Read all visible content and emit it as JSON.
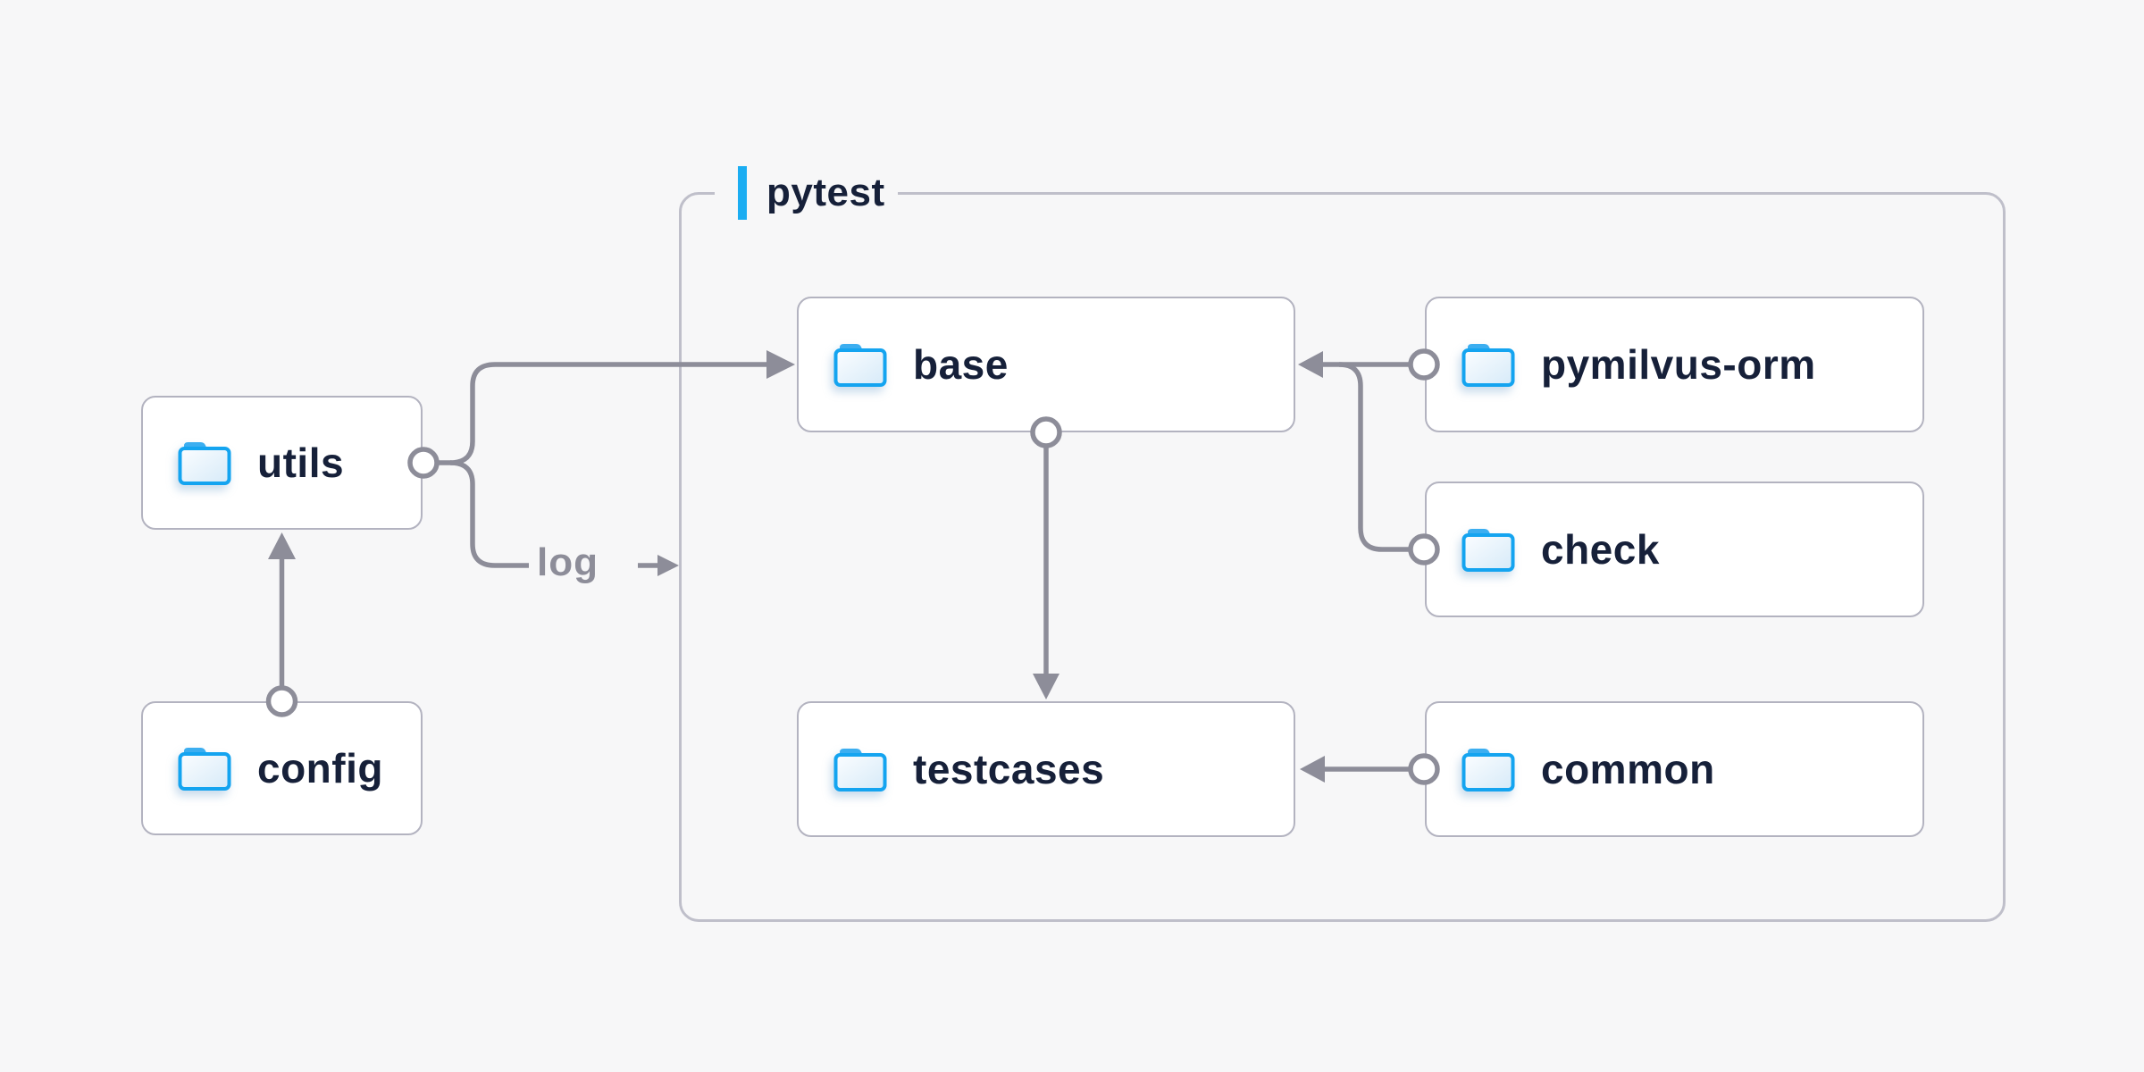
{
  "diagram": {
    "group": {
      "label": "pytest"
    },
    "nodes": [
      {
        "id": "utils",
        "label": "utils",
        "icon": "folder-icon"
      },
      {
        "id": "config",
        "label": "config",
        "icon": "folder-icon"
      },
      {
        "id": "base",
        "label": "base",
        "icon": "folder-icon"
      },
      {
        "id": "pymilvus-orm",
        "label": "pymilvus-orm",
        "icon": "folder-icon"
      },
      {
        "id": "check",
        "label": "check",
        "icon": "folder-icon"
      },
      {
        "id": "testcases",
        "label": "testcases",
        "icon": "folder-icon"
      },
      {
        "id": "common",
        "label": "common",
        "icon": "folder-icon"
      }
    ],
    "edges": [
      {
        "from": "utils",
        "to": "base"
      },
      {
        "from": "utils",
        "to": "pytest",
        "label": "log"
      },
      {
        "from": "config",
        "to": "utils"
      },
      {
        "from": "base",
        "to": "testcases"
      },
      {
        "from": "pymilvus-orm",
        "to": "base"
      },
      {
        "from": "check",
        "to": "base"
      },
      {
        "from": "common",
        "to": "testcases"
      }
    ],
    "colors": {
      "background": "#f7f7f8",
      "node_background": "#ffffff",
      "node_border": "#b3b3c0",
      "group_border": "#bfbfca",
      "node_text": "#162039",
      "connector": "#8d8d99",
      "accent_bar": "#1badf2",
      "folder_blue": "#14a4f0"
    }
  }
}
